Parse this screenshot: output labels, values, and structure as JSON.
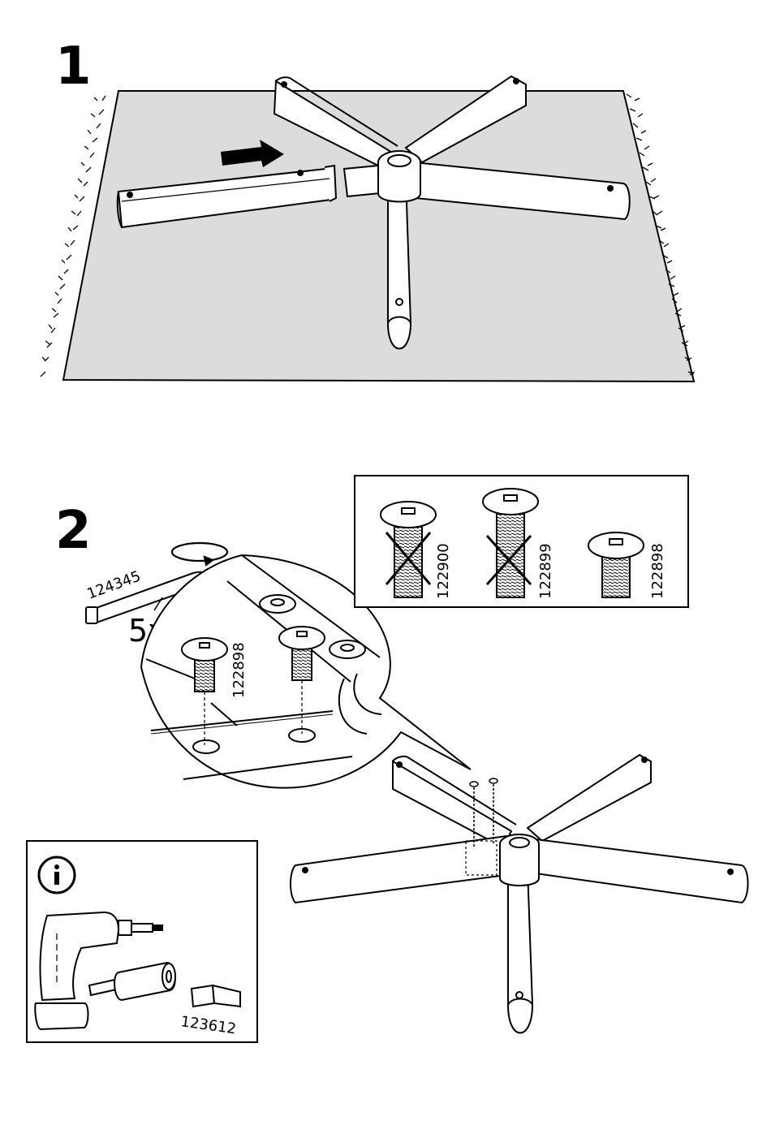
{
  "steps": [
    {
      "number": "1"
    },
    {
      "number": "2"
    }
  ],
  "step2": {
    "quantity": "5x",
    "allen_key_part": "124345",
    "callout_screw_part": "122898",
    "driver_bit_part": "123612"
  },
  "screw_options": [
    {
      "part": "122900",
      "crossed_out": true
    },
    {
      "part": "122899",
      "crossed_out": true
    },
    {
      "part": "122898",
      "crossed_out": false
    }
  ],
  "info_box": {
    "icon": "info-icon"
  },
  "icons": {
    "arrow": "direction-arrow-icon",
    "rotate": "rotate-arrow-icon"
  }
}
